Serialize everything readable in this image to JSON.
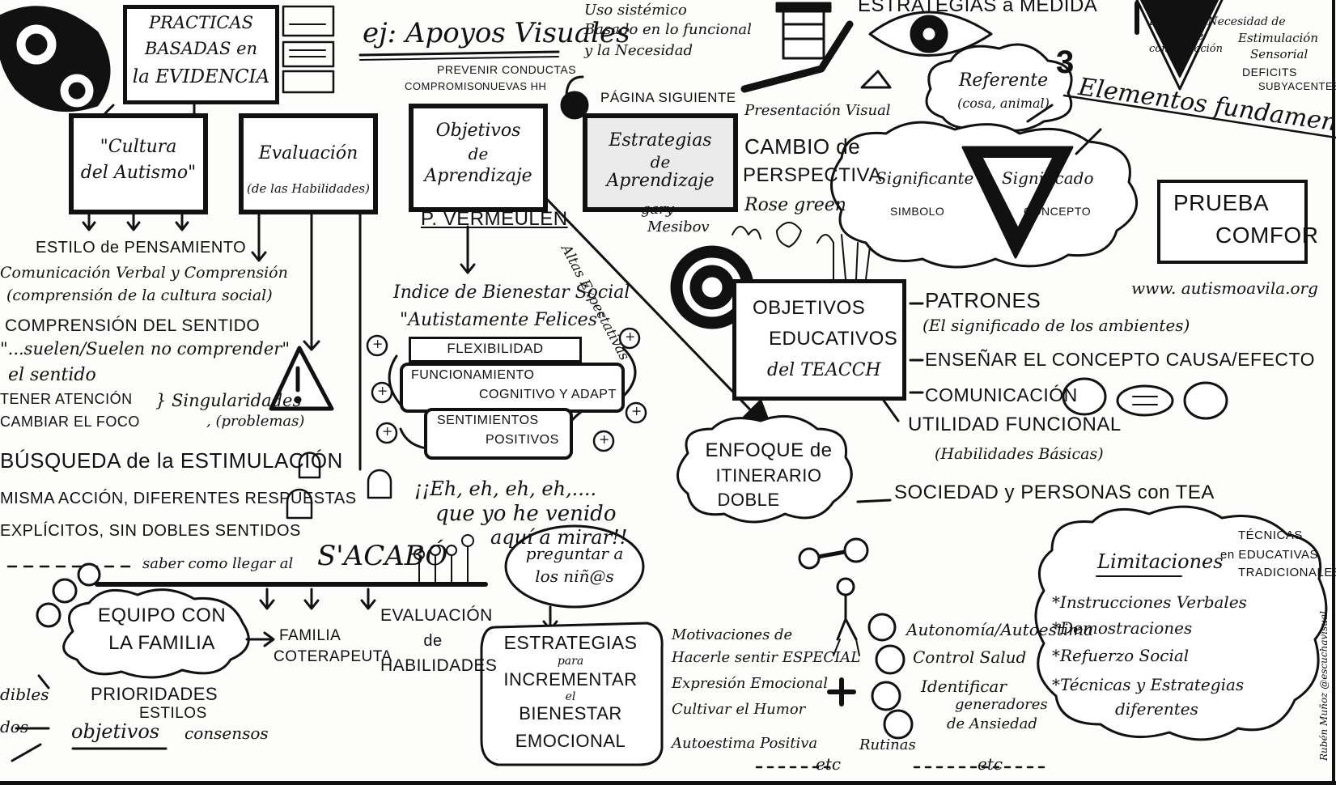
{
  "top": {
    "practicas": [
      "PRACTICAS",
      "BASADAS en",
      "la EVIDENCIA"
    ],
    "apoyos": "ej: Apoyos Visuales",
    "uso": [
      "Uso sistémico",
      "Basado en lo funcional",
      "y la Necesidad"
    ],
    "prevenir": "PREVENIR CONDUCTAS",
    "compromiso": "COMPROMISO",
    "nuevas": "NUEVAS HH",
    "pagina_siguiente": "PÁGINA SIGUIENTE",
    "estrategias_medida": "ESTRATEGIAS a MEDIDA",
    "problema": [
      "Problema Necesidad de",
      "de",
      "comunicación"
    ],
    "estimulacion": [
      "Estimulación",
      "Sensorial"
    ],
    "deficits": "DEFICITS",
    "subyacentes": "SUBYACENTES"
  },
  "boxes": {
    "cultura": [
      "\"Cultura",
      "del Autismo\""
    ],
    "evaluacion": [
      "Evaluación",
      "(de las Habilidades)"
    ],
    "objetivos_aprendizaje": [
      "Objetivos",
      "de",
      "Aprendizaje"
    ],
    "estrategias_aprendizaje": [
      "Estrategias",
      "de",
      "Aprendizaje"
    ],
    "objetivos_educativos": [
      "OBJETIVOS",
      "EDUCATIVOS",
      "del TEACCH"
    ],
    "prueba": [
      "PRUEBA",
      "COMFOR"
    ]
  },
  "right_top": {
    "presentacion": "Presentación Visual",
    "cambio": [
      "CAMBIO de",
      "PERSPECTIVA"
    ],
    "rose": "Rose green",
    "gary": [
      "gary",
      "Mesibov"
    ],
    "tres": "3",
    "elementos": "Elementos fundamentales",
    "referente": [
      "Referente",
      "(cosa, animal)"
    ],
    "significante": "Significante",
    "significado": "Significado",
    "simbolo": "SIMBOLO",
    "concepto": "CONCEPTO",
    "web": "www. autismoavila.org"
  },
  "left": {
    "estilo": "ESTILO de PENSAMIENTO",
    "comunicacion": [
      "Comunicación Verbal y Comprensión",
      "(comprensión de la cultura social)"
    ],
    "comprension": "COMPRENSIÓN DEL SENTIDO",
    "suelen": "\"...suelen/Suelen no comprender\"",
    "sentido": "el sentido",
    "atencion": "TENER ATENCIÓN",
    "foco": "CAMBIAR EL FOCO",
    "singularidades": "} Singularidades",
    "problemas": ", (problemas)",
    "busqueda": "BÚSQUEDA de la ESTIMULACIÓN",
    "misma": "MISMA ACCIÓN, DIFERENTES RESPUESTAS",
    "explicitos": "EXPLÍCITOS, SIN DOBLES SENTIDOS",
    "saber": "saber como llegar al",
    "sacabo": "S'ACABÓ"
  },
  "center": {
    "vermeulen": "P. VERMEULEN",
    "indice": "Indice de Bienestar Social",
    "felices": "\"Autistamente Felices\"",
    "flexibilidad": "FLEXIBILIDAD",
    "funcionamiento": [
      "FUNCIONAMIENTO",
      "COGNITIVO Y ADAPT"
    ],
    "sentimientos": [
      "SENTIMIENTOS",
      "POSITIVOS"
    ],
    "altas": "Altas Expectativas",
    "eh": "¡¡Eh, eh, eh, eh,....",
    "venido": "que yo he venido",
    "mirar": "aquí a mirar!!",
    "preguntar": [
      "preguntar a",
      "los niñ@s"
    ],
    "plus": "+"
  },
  "right_mid": {
    "patrones": "PATRONES",
    "significado_amb": "(El significado de los ambientes)",
    "ensenar": "ENSEÑAR EL CONCEPTO CAUSA/EFECTO",
    "comunicacion": "COMUNICACIÓN",
    "utilidad": "UTILIDAD FUNCIONAL",
    "habilidades": "(Habilidades Básicas)",
    "enfoque": [
      "ENFOQUE de",
      "ITINERARIO",
      "DOBLE"
    ],
    "sociedad": "SOCIEDAD y PERSONAS con TEA"
  },
  "bottom": {
    "equipo": [
      "EQUIPO CON",
      "LA FAMILIA"
    ],
    "familia": [
      "FAMILIA",
      "COTERAPEUTA"
    ],
    "evaluacion_hab": [
      "EVALUACIÓN",
      "de",
      "HABILIDADES"
    ],
    "prioridades": "PRIORIDADES",
    "estilos": "ESTILOS",
    "objetivos": "objetivos",
    "consensos": "consensos",
    "dibles": "dibles",
    "dos": "dos",
    "estrategias_incr": [
      "ESTRATEGIAS",
      "para",
      "INCREMENTAR",
      "el",
      "BIENESTAR",
      "EMOCIONAL"
    ],
    "motivaciones": [
      "Motivaciones de",
      "Hacerle sentir ESPECIAL",
      "Expresión Emocional",
      "Cultivar el Humor",
      "Autoestima Positiva"
    ],
    "autoestima_list": [
      "Autonomía/Autoestima",
      "Control Salud",
      "Identificar",
      "generadores",
      "de Ansiedad"
    ],
    "rutinas": "Rutinas",
    "etc": "etc",
    "limitaciones": "Limitaciones",
    "tecnicas": [
      "TÉCNICAS",
      "en EDUCATIVAS",
      "TRADICIONALES"
    ],
    "items": [
      "*Instrucciones Verbales",
      "*Demostraciones",
      "*Refuerzo Social",
      "*Técnicas y Estrategias",
      "diferentes"
    ],
    "signature": "Rubén Muñoz @escuchavisual"
  }
}
